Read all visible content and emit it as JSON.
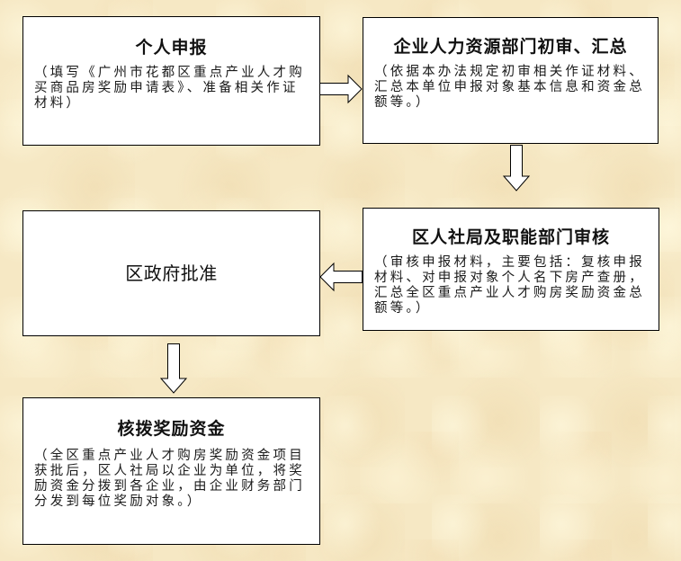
{
  "flowchart": {
    "steps": [
      {
        "id": "step1",
        "title": "个人申报",
        "description": "（填写《广州市花都区重点产业人才购买商品房奖励申请表》、准备相关作证材料）"
      },
      {
        "id": "step2",
        "title": "企业人力资源部门初审、汇总",
        "description": "（依据本办法规定初审相关作证材料、汇总本单位申报对象基本信息和资金总额等。）"
      },
      {
        "id": "step3",
        "title": "区人社局及职能部门审核",
        "description": "（审核申报材料，主要包括：复核申报材料、对申报对象个人名下房产查册，汇总全区重点产业人才购房奖励资金总额等。）"
      },
      {
        "id": "step4",
        "title": "区政府批准",
        "description": ""
      },
      {
        "id": "step5",
        "title": "核拨奖励资金",
        "description": "（全区重点产业人才购房奖励资金项目获批后，区人社局以企业为单位，将奖励资金分拨到各企业，由企业财务部门分发到每位奖励对象。）"
      }
    ],
    "arrows": [
      {
        "from": "step1",
        "to": "step2",
        "direction": "right"
      },
      {
        "from": "step2",
        "to": "step3",
        "direction": "down"
      },
      {
        "from": "step3",
        "to": "step4",
        "direction": "left"
      },
      {
        "from": "step4",
        "to": "step5",
        "direction": "down"
      }
    ],
    "colors": {
      "background": "#f6e8c4",
      "box_fill": "#ffffff",
      "border": "#000000"
    }
  }
}
